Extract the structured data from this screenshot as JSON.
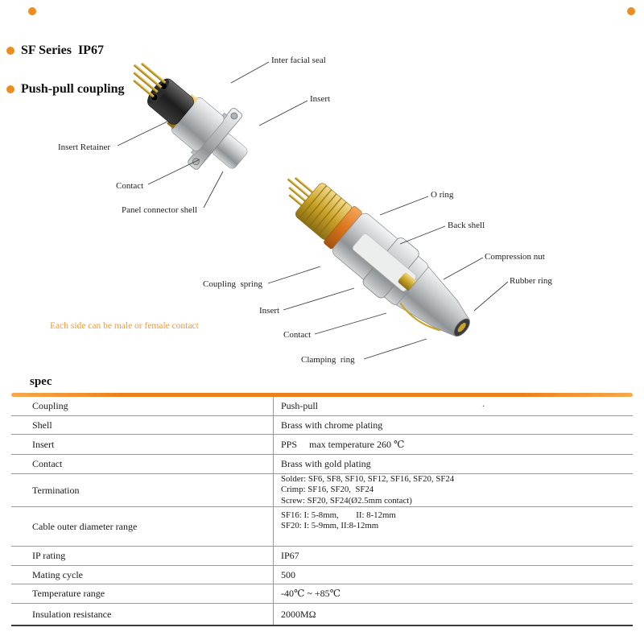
{
  "header": {
    "bullets": [
      {
        "label": "SF Series  IP67"
      },
      {
        "label": "Push-pull coupling"
      }
    ]
  },
  "diagram_panel": {
    "labels": [
      "Inter facial seal",
      "Insert",
      "Insert Retainer",
      "Contact",
      "Panel connector shell"
    ]
  },
  "diagram_plug": {
    "labels": [
      "O ring",
      "Back shell",
      "Compression nut",
      "Rubber ring",
      "Coupling  spring",
      "Insert",
      "Contact",
      "Clamping  ring"
    ]
  },
  "note": "Each side can be male or female contact",
  "spec": {
    "title": "spec",
    "rows": [
      {
        "label": "Coupling",
        "value": "Push-pull",
        "extra": "."
      },
      {
        "label": "Shell",
        "value": "Brass with chrome plating"
      },
      {
        "label": "Insert",
        "value": "PPS     max temperature 260 ℃"
      },
      {
        "label": "Contact",
        "value": "Brass with gold plating"
      },
      {
        "label": "Termination",
        "value": "Solder: SF6, SF8, SF10, SF12, SF16, SF20, SF24\nCrimp: SF16, SF20,  SF24\nScrew: SF20, SF24(Ø2.5mm contact)"
      },
      {
        "label": "Cable outer diameter range",
        "value": "SF16: I: 5-8mm,        II: 8-12mm\nSF20: I: 5-9mm, II:8-12mm"
      },
      {
        "label": "IP rating",
        "value": "IP67"
      },
      {
        "label": "Mating  cycle",
        "value": "500"
      },
      {
        "label": "Temperature  range",
        "value": "-40℃ ~ +85℃"
      },
      {
        "label": "Insulation resistance",
        "value": "2000MΩ"
      }
    ]
  },
  "colors": {
    "accent_orange": "#ee7f1b",
    "note_orange": "#f59a36"
  }
}
